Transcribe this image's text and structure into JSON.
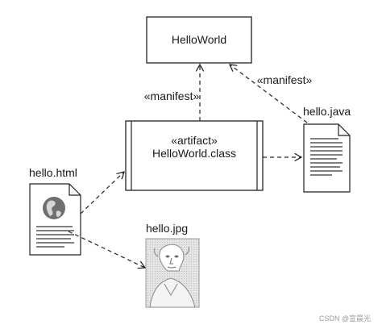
{
  "nodes": {
    "helloworld": {
      "label": "HelloWorld"
    },
    "artifact": {
      "stereotype": "«artifact»",
      "name": "HelloWorld.class"
    },
    "hello_java": {
      "label": "hello.java"
    },
    "hello_html": {
      "label": "hello.html"
    },
    "hello_jpg": {
      "label": "hello.jpg"
    }
  },
  "edges": {
    "manifest_left": {
      "label": "«manifest»"
    },
    "manifest_right": {
      "label": "«manifest»"
    }
  },
  "watermark": {
    "text": "CSDN @宣晨光"
  },
  "icons": {
    "document": "document-icon",
    "globe": "globe-icon",
    "portrait": "portrait-image-icon"
  }
}
